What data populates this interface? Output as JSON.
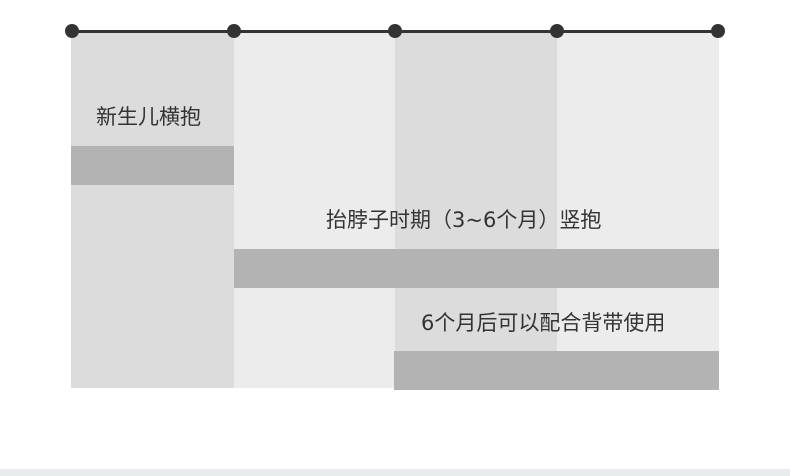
{
  "stages": [
    {
      "label": "新生儿横抱"
    },
    {
      "label": "抬脖子时期（3~6个月）竖抱"
    },
    {
      "label": "6个月后可以配合背带使用"
    }
  ],
  "colors": {
    "timeline": "#333333",
    "column_dark": "#dcdcdc",
    "column_light": "#ececec",
    "bar": "#b3b3b3"
  }
}
